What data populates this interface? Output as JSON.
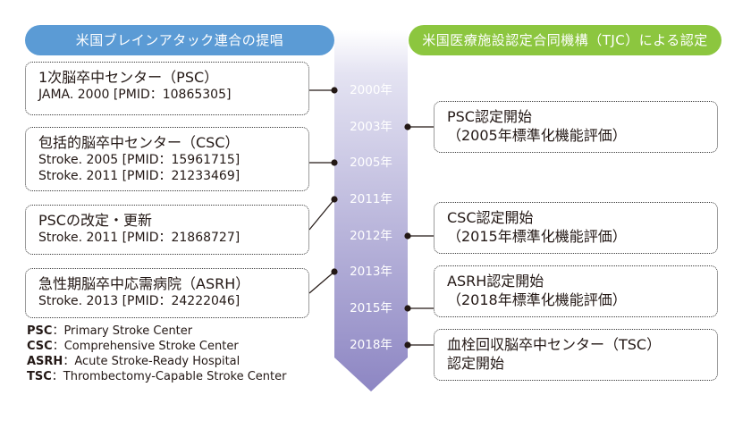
{
  "headers": {
    "left": "米国ブレインアタック連合の提唱",
    "right": "米国医療施設認定合同機構（TJC）による認定"
  },
  "years": [
    "2000年",
    "2003年",
    "2005年",
    "2011年",
    "2012年",
    "2013年",
    "2015年",
    "2018年"
  ],
  "left_boxes": [
    {
      "title": "1次脳卒中センター（PSC）",
      "lines": [
        "JAMA. 2000 [PMID：10865305]"
      ]
    },
    {
      "title": "包括的脳卒中センター（CSC）",
      "lines": [
        "Stroke. 2005 [PMID：15961715]",
        "Stroke. 2011 [PMID：21233469]"
      ]
    },
    {
      "title": "PSCの改定・更新",
      "lines": [
        "Stroke. 2011 [PMID：21868727]"
      ]
    },
    {
      "title": "急性期脳卒中応需病院（ASRH）",
      "lines": [
        "Stroke. 2013 [PMID：24222046]"
      ]
    }
  ],
  "right_boxes": [
    {
      "title": "PSC認定開始",
      "sub": "（2005年標準化機能評価）"
    },
    {
      "title": "CSC認定開始",
      "sub": "（2015年標準化機能評価）"
    },
    {
      "title": "ASRH認定開始",
      "sub": "（2018年標準化機能評価）"
    },
    {
      "title": "血栓回収脳卒中センター（TSC）",
      "sub": "認定開始"
    }
  ],
  "legend": [
    {
      "key": "PSC",
      "value": "：Primary Stroke Center"
    },
    {
      "key": "CSC",
      "value": "：Comprehensive Stroke Center"
    },
    {
      "key": "ASRH",
      "value": "：Acute Stroke-Ready Hospital"
    },
    {
      "key": "TSC",
      "value": "：Thrombectomy-Capable Stroke Center"
    }
  ],
  "colors": {
    "left_header": "#5b9bd5",
    "right_header": "#8cc63f",
    "arrow_top": "#e4e3f2",
    "arrow_bottom": "#8d86c3"
  }
}
